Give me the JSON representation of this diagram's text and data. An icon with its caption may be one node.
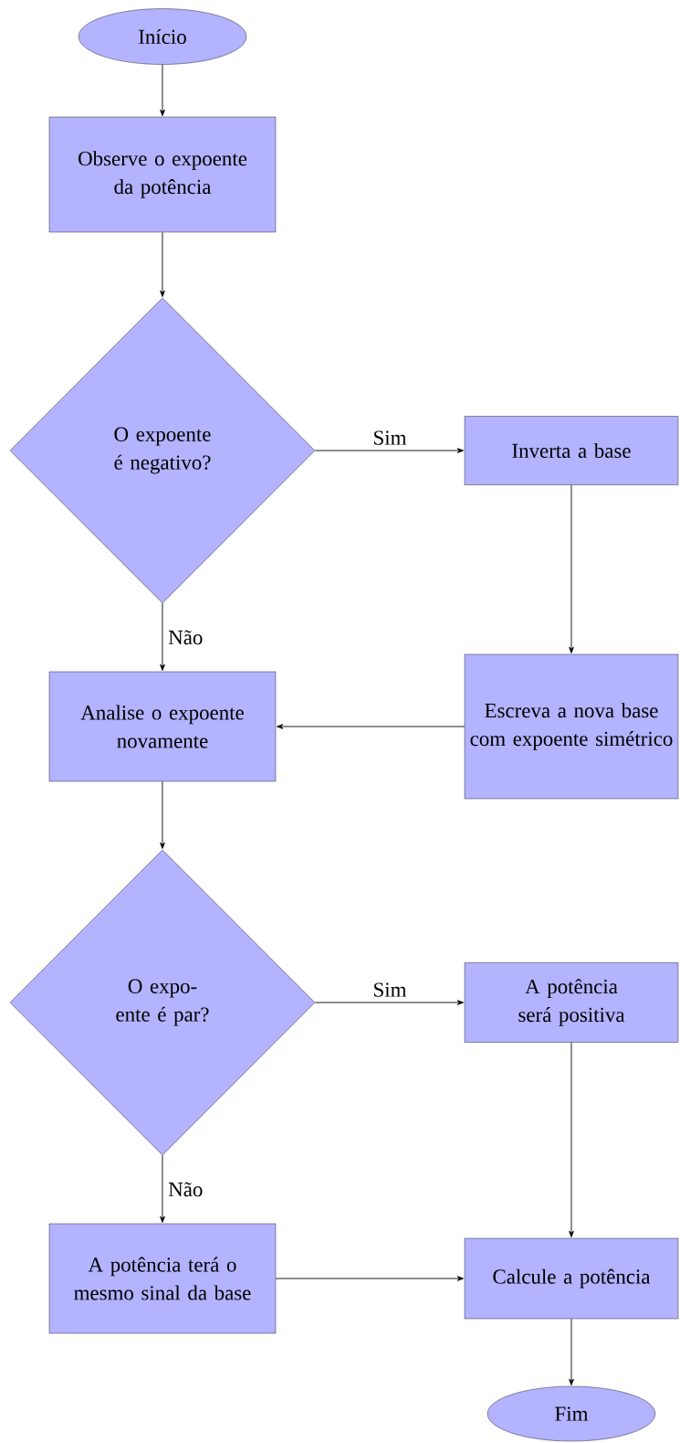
{
  "diagram": {
    "nodes": [
      {
        "text": [
          "Início"
        ]
      },
      {
        "text": [
          "Observe o expoente da potência"
        ]
      },
      {
        "text": [
          "O expoente é negativo?"
        ]
      },
      {
        "text": [
          "Inverta a base"
        ]
      },
      {
        "text": [
          "Escreva a nova base com expoente simétrico"
        ]
      },
      {
        "text": [
          "Analise o expoente novamente"
        ]
      },
      {
        "text": [
          "O expo- ente é par?"
        ]
      },
      {
        "text": [
          "A potência será positiva"
        ]
      },
      {
        "text": [
          "A potência terá o mesmo sinal da base"
        ]
      },
      {
        "text": [
          "Calcule a potência"
        ]
      },
      {
        "text": [
          "Fim"
        ]
      }
    ],
    "edges": [
      {
        "from": 0,
        "to": 1,
        "arrow": "to"
      },
      {
        "from": 1,
        "to": 2,
        "arrow": "to"
      },
      {
        "from": 2,
        "to": 3,
        "label": "Sim",
        "arrow": "to"
      },
      {
        "from": 3,
        "to": 4,
        "arrow": "to"
      },
      {
        "from": 4,
        "to": 5,
        "arrow": "to"
      },
      {
        "from": 2,
        "to": 5,
        "label": "Não",
        "arrow": "to"
      },
      {
        "from": 5,
        "to": 6,
        "arrow": "to"
      },
      {
        "from": 6,
        "to": 7,
        "label": "Sim",
        "arrow": "to"
      },
      {
        "from": 6,
        "to": 8,
        "label": "Não",
        "arrow": "to"
      },
      {
        "from": 7,
        "to": 9,
        "arrow": "to"
      },
      {
        "from": 8,
        "to": 9,
        "arrow": "to"
      },
      {
        "from": 9,
        "to": 10,
        "arrow": "to"
      }
    ]
  }
}
